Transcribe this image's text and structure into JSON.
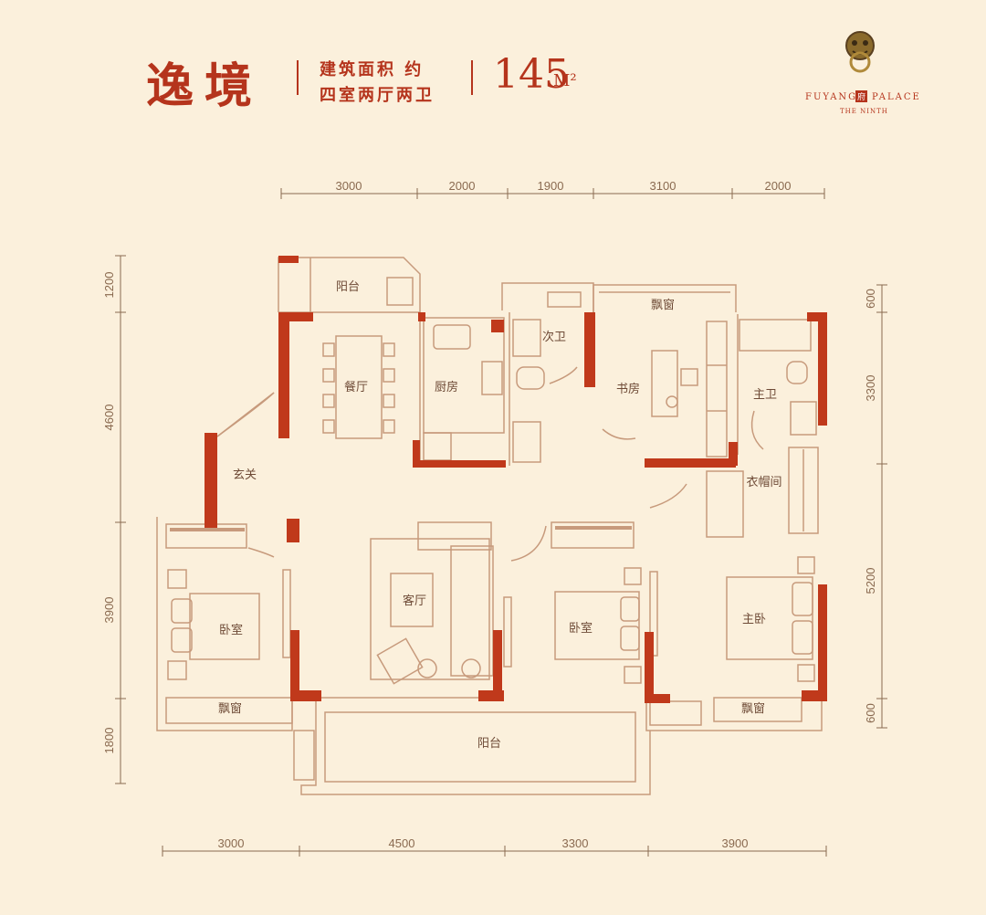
{
  "header": {
    "name": "逸境",
    "area_label": "建筑面积  约",
    "layout": "四室两厅两卫",
    "area_value": "145",
    "area_unit": "M²"
  },
  "brand": {
    "left": "FUYANG",
    "right": "PALACE",
    "seal": "府",
    "sub": "THE NINTH"
  },
  "dims": {
    "top": [
      "3000",
      "2000",
      "1900",
      "3100",
      "2000"
    ],
    "bottom": [
      "3000",
      "4500",
      "3300",
      "3900"
    ],
    "left": [
      "1200",
      "4600",
      "3900",
      "1800"
    ],
    "right": [
      "600",
      "3300",
      "5200",
      "600"
    ]
  },
  "rooms": {
    "balcony_top": "阳台",
    "bay_top": "飘窗",
    "second_bath": "次卫",
    "dining": "餐厅",
    "kitchen": "厨房",
    "study": "书房",
    "master_bath": "主卫",
    "foyer": "玄关",
    "cloakroom": "衣帽间",
    "living": "客厅",
    "bedroom_left": "卧室",
    "bedroom_mid": "卧室",
    "master_bedroom": "主卧",
    "bay_left": "飘窗",
    "bay_right": "飘窗",
    "balcony_bottom": "阳台"
  },
  "colors": {
    "wall": "#c0391b",
    "line": "#c79a7c",
    "bg": "#fbf0dc",
    "text": "#b5341c"
  }
}
